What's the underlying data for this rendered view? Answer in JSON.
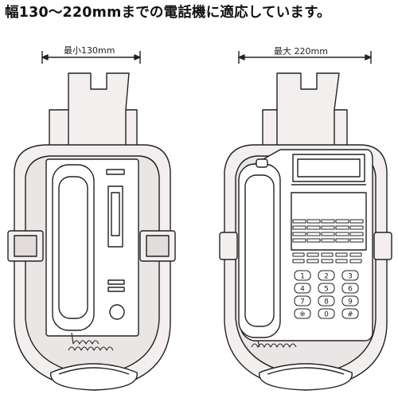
{
  "headline": "幅130～220mmまでの電話機に適応しています。",
  "min_label": "最小130mm",
  "max_label": "最大 220mm",
  "keypad_keys": [
    "1",
    "2",
    "3",
    "4",
    "5",
    "6",
    "7",
    "8",
    "9",
    "※",
    "0",
    "#"
  ],
  "colors": {
    "tray_fill": "#f3efef",
    "tray_inner": "#ebe6e6",
    "outline": "#222222",
    "phone_fill": "#ffffff"
  }
}
